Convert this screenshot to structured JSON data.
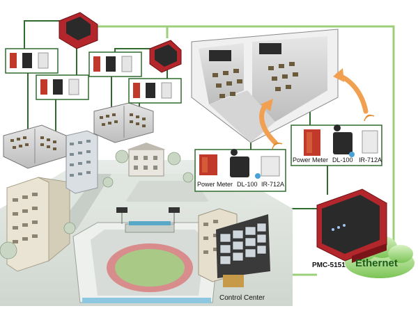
{
  "labels": {
    "power_meter_left": "Power Meter",
    "dl100_left": "DL-100",
    "ir712a_left": "IR-712A",
    "power_meter_right": "Power Meter",
    "dl100_right": "DL-100",
    "ir712a_right": "IR-712A",
    "pmc": "PMC-5151",
    "ethernet": "Ethernet",
    "control_center": "Control Center"
  },
  "colors": {
    "network_line": "#2f6b2f",
    "ethernet_line": "#9ccf7a",
    "controller_red": "#b3262b",
    "controller_dark": "#2a2a2a",
    "arrow_orange": "#f0a050",
    "cloud_green": "#8fd16a"
  }
}
